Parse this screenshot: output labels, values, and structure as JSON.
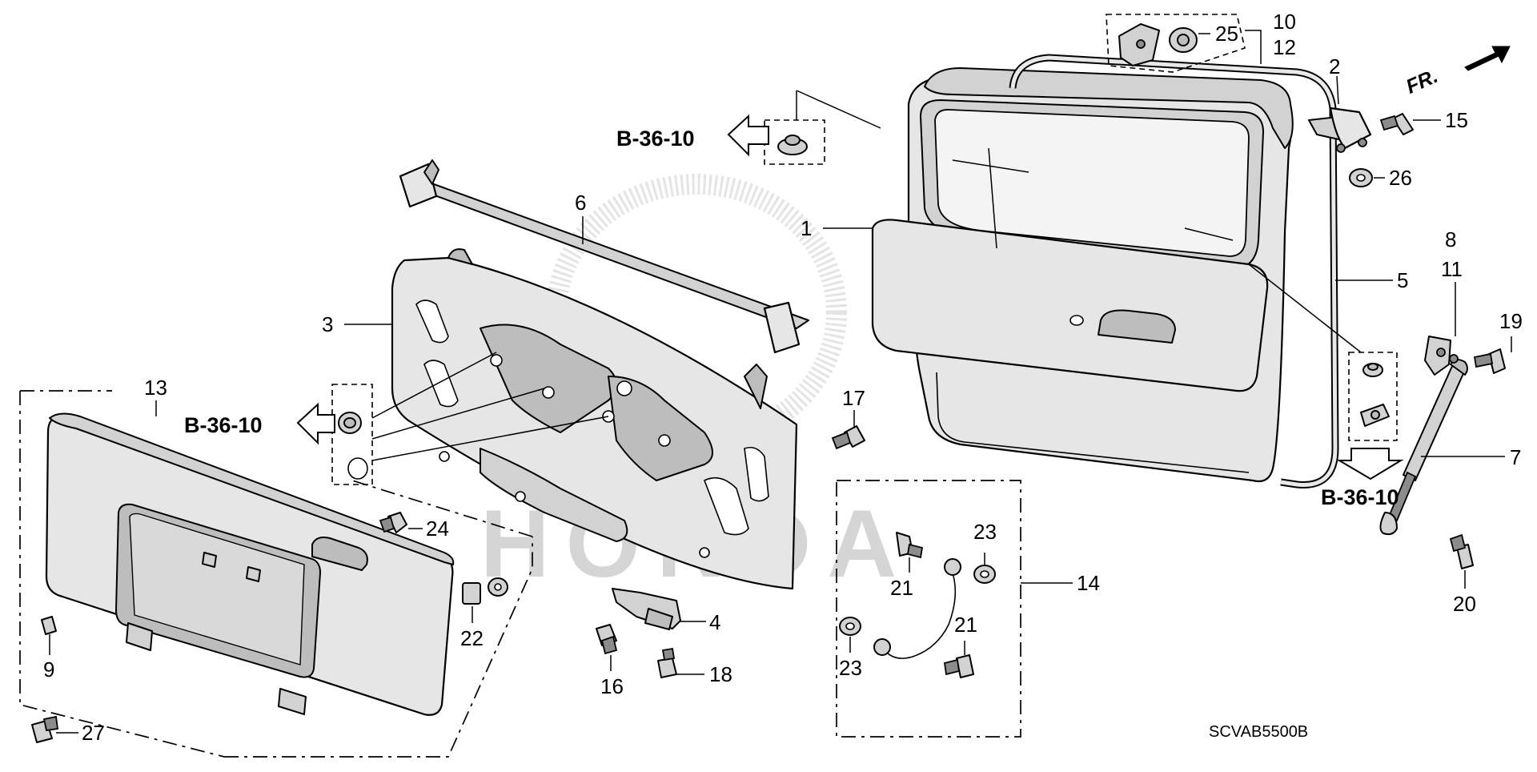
{
  "diagram": {
    "direction_label": "FR.",
    "diagram_code": "SCVAB5500B",
    "section_refs": [
      "B-36-10",
      "B-36-10",
      "B-36-10"
    ],
    "callouts": [
      "1",
      "2",
      "3",
      "4",
      "5",
      "6",
      "7",
      "8",
      "9",
      "10",
      "11",
      "12",
      "13",
      "14",
      "15",
      "16",
      "17",
      "18",
      "19",
      "20",
      "21",
      "21",
      "22",
      "23",
      "23",
      "24",
      "25",
      "26",
      "27"
    ],
    "watermark": "HONDA"
  }
}
